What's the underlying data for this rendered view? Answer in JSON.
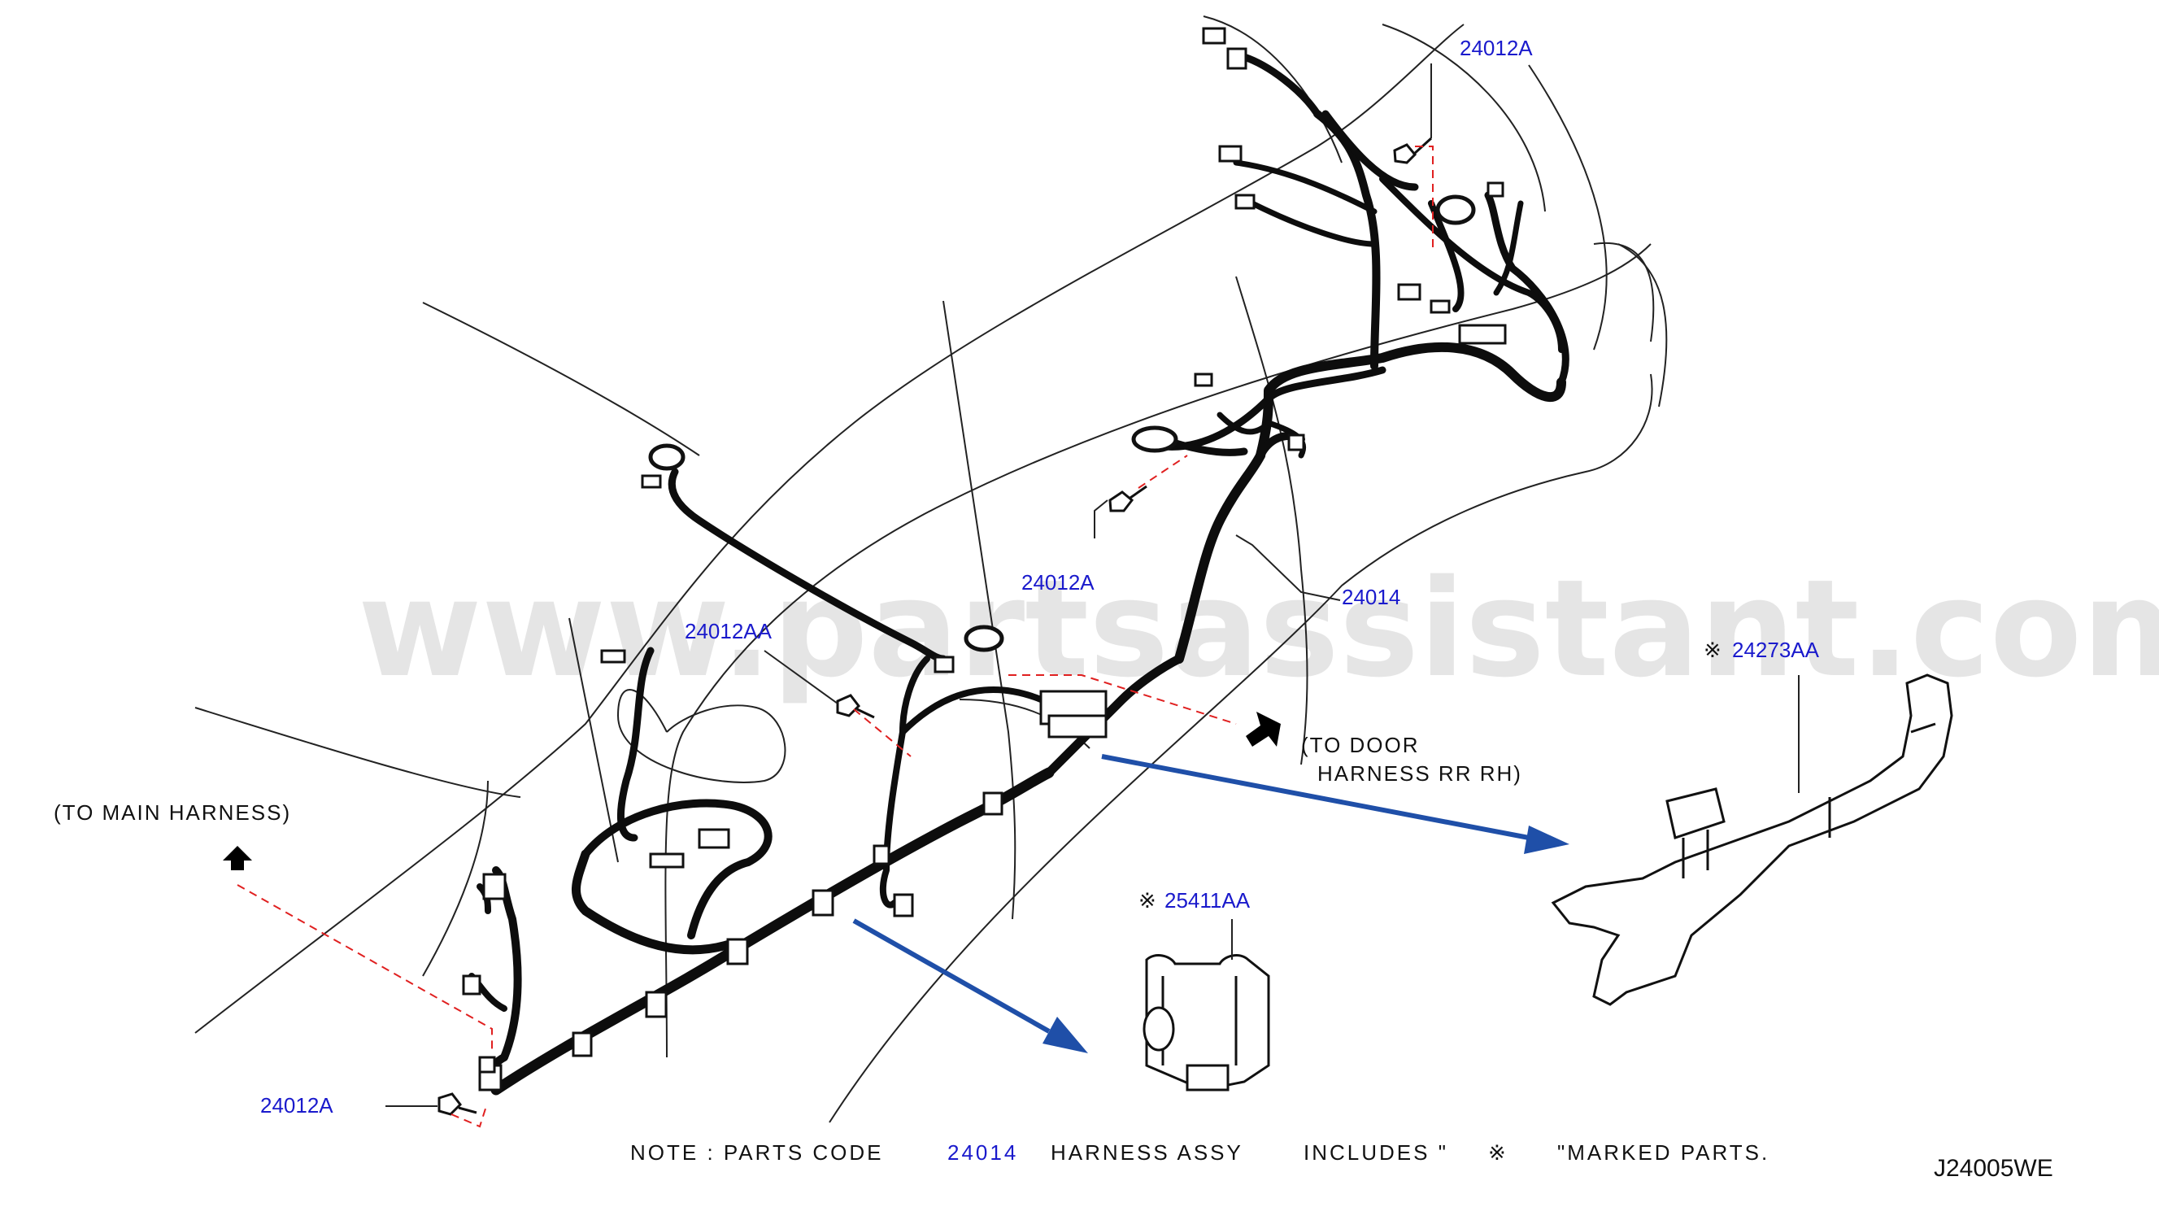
{
  "watermark": "www.partsassistant.com",
  "part_labels": {
    "bolt_top": "24012A",
    "bolt_mid": "24012A",
    "bolt_bottom": "24012A",
    "bolt_aa": "24012AA",
    "harness": "24014",
    "protector": "24273AA",
    "clip": "25411AA"
  },
  "marked_symbol": "※",
  "callouts": {
    "to_door_line1": "(TO  DOOR",
    "to_door_line2": "HARNESS  RR  RH)",
    "to_main": "(TO  MAIN  HARNESS)"
  },
  "note": {
    "prefix": "NOTE  :  PARTS  CODE",
    "code": "24014",
    "middle": "HARNESS  ASSY",
    "includes": "INCLUDES  \"",
    "suffix": "\"MARKED  PARTS."
  },
  "diagram_code": "J24005WE",
  "colors": {
    "label_blue": "#1a1acc",
    "arrow_blue": "#1f4fa8",
    "dash_red": "#e02020"
  }
}
